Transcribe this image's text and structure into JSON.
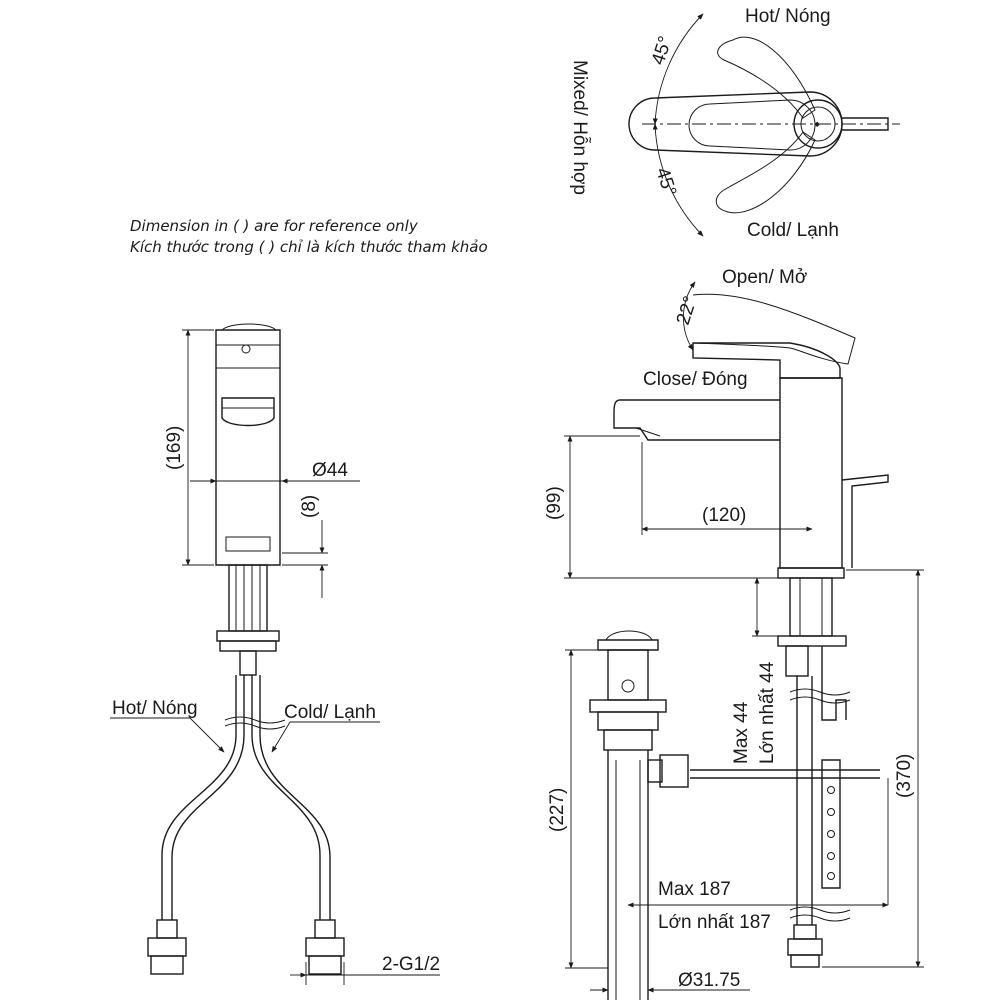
{
  "notes": {
    "line1": "Dimension in ( ) are for reference only",
    "line2": "Kích thước trong ( ) chỉ là kích thước tham khảo"
  },
  "top_view": {
    "hot_label": "Hot/ Nóng",
    "cold_label": "Cold/ Lạnh",
    "mixed_label": "Mixed/ Hỗn hợp",
    "angle_upper": "45°",
    "angle_lower": "45°"
  },
  "side_view": {
    "open_label": "Open/ Mở",
    "close_label": "Close/ Đóng",
    "lever_angle": "22°",
    "dim_spout_height": "(99)",
    "dim_spout_reach": "(120)",
    "dim_max_thickness_en": "Max 44",
    "dim_max_thickness_vi": "Lớn nhất 44",
    "dim_total_height": "(370)",
    "dim_drain_height": "(227)",
    "dim_max_depth_en": "Max 187",
    "dim_max_depth_vi": "Lớn nhất 187",
    "dim_drain_dia": "Ø31.75"
  },
  "front_view": {
    "dim_body_height": "(169)",
    "dim_body_dia": "Ø44",
    "dim_base": "(8)",
    "hot_label": "Hot/ Nóng",
    "cold_label": "Cold/ Lạnh",
    "connection_label": "2-G1/2"
  }
}
